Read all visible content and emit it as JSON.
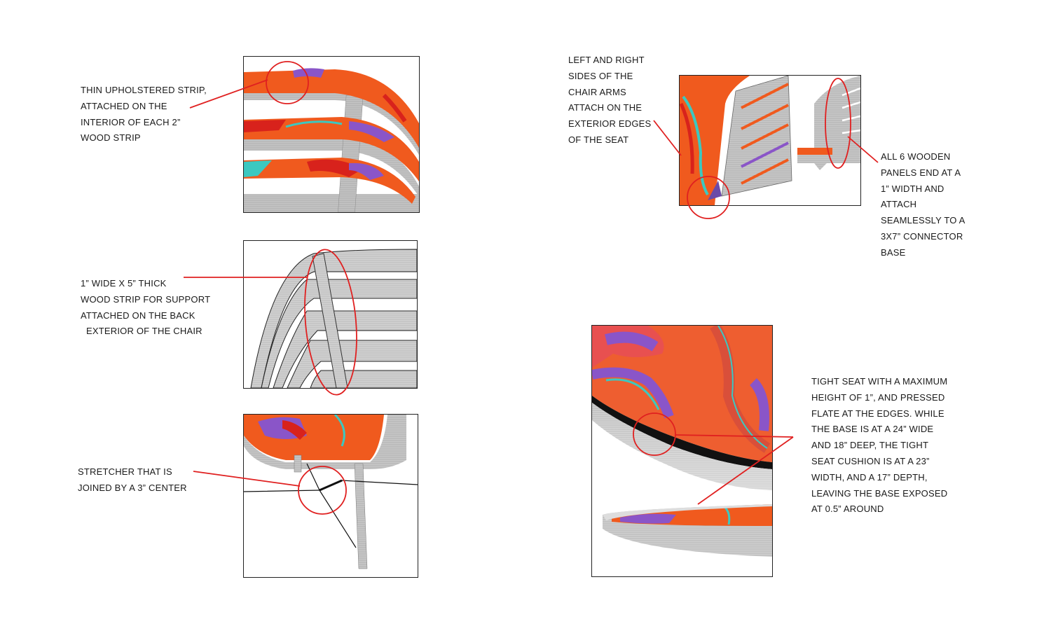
{
  "annotations": {
    "upholstered_strip": [
      "THIN UPHOLSTERED STRIP,",
      "ATTACHED ON THE",
      "INTERIOR OF EACH 2”",
      "WOOD STRIP"
    ],
    "support_strip": [
      "1” WIDE X 5” THICK",
      "WOOD STRIP FOR SUPPORT",
      "ATTACHED ON THE BACK",
      "EXTERIOR OF THE CHAIR"
    ],
    "stretcher": [
      "STRETCHER THAT IS",
      "JOINED BY A 3” CENTER"
    ],
    "chair_arms": [
      "LEFT AND RIGHT",
      "SIDES OF THE",
      "CHAIR ARMS",
      "ATTACH ON THE",
      "EXTERIOR EDGES",
      "OF THE  SEAT"
    ],
    "wooden_panels": [
      "ALL 6 WOODEN",
      "PANELS END AT A",
      "1” WIDTH AND",
      "ATTACH",
      "SEAMLESSLY TO A",
      "3X7” CONNECTOR",
      "BASE"
    ],
    "tight_seat": [
      "TIGHT SEAT WITH A MAXIMUM",
      "HEIGHT OF 1”, AND PRESSED",
      "FLATE AT THE EDGES. WHILE",
      "THE BASE IS AT A 24” WIDE",
      "AND 18” DEEP, THE TIGHT",
      "SEAT CUSHION IS AT A 23”",
      "WIDTH, AND A 17” DEPTH,",
      "LEAVING THE BASE EXPOSED",
      "AT 0.5” AROUND"
    ]
  },
  "colors": {
    "callout": "#e02020",
    "upholstery": "#f05a1e",
    "purple": "#8a55c8",
    "teal": "#3cc8c0",
    "red": "#d8221c",
    "wood": "#b9b9b9"
  }
}
